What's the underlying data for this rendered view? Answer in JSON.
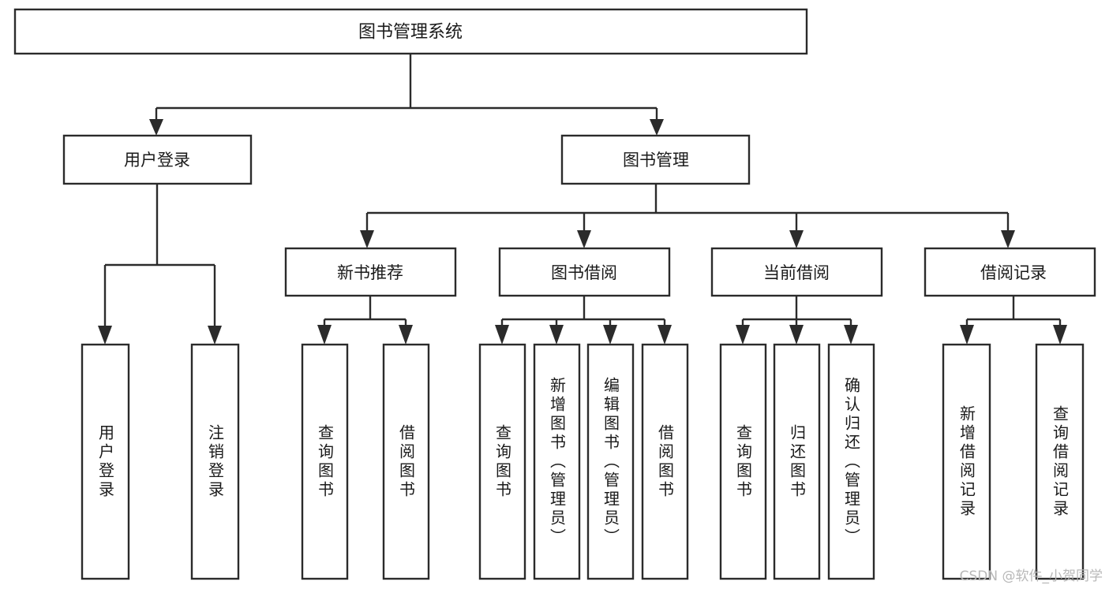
{
  "diagram": {
    "title": "图书管理系统",
    "type": "tree-hierarchy",
    "watermark": "CSDN @软件_小贺同学",
    "colors": {
      "box_stroke": "#2b2b2b",
      "box_fill": "#ffffff",
      "connector": "#2b2b2b",
      "text": "#1a1a1a",
      "background": "#ffffff",
      "watermark": "#b8b8b8"
    },
    "root": {
      "id": "root",
      "label": "图书管理系统",
      "orientation": "horizontal"
    },
    "level2": [
      {
        "id": "user-login",
        "label": "用户登录",
        "orientation": "horizontal"
      },
      {
        "id": "book-manage",
        "label": "图书管理",
        "orientation": "horizontal"
      }
    ],
    "level3": [
      {
        "id": "new-book-recommend",
        "label": "新书推荐",
        "parent": "book-manage",
        "orientation": "horizontal"
      },
      {
        "id": "book-borrow",
        "label": "图书借阅",
        "parent": "book-manage",
        "orientation": "horizontal"
      },
      {
        "id": "current-borrow",
        "label": "当前借阅",
        "parent": "book-manage",
        "orientation": "horizontal"
      },
      {
        "id": "borrow-record",
        "label": "借阅记录",
        "parent": "book-manage",
        "orientation": "horizontal"
      }
    ],
    "leaves": [
      {
        "id": "leaf-user-login",
        "label": "用户登录",
        "parent": "user-login",
        "orientation": "vertical"
      },
      {
        "id": "leaf-logout",
        "label": "注销登录",
        "parent": "user-login",
        "orientation": "vertical"
      },
      {
        "id": "leaf-query-book-1",
        "label": "查询图书",
        "parent": "new-book-recommend",
        "orientation": "vertical"
      },
      {
        "id": "leaf-borrow-book-1",
        "label": "借阅图书",
        "parent": "new-book-recommend",
        "orientation": "vertical"
      },
      {
        "id": "leaf-query-book-2",
        "label": "查询图书",
        "parent": "book-borrow",
        "orientation": "vertical"
      },
      {
        "id": "leaf-add-book",
        "label": "新增图书（管理员）",
        "parent": "book-borrow",
        "orientation": "vertical"
      },
      {
        "id": "leaf-edit-book",
        "label": "编辑图书（管理员）",
        "parent": "book-borrow",
        "orientation": "vertical"
      },
      {
        "id": "leaf-borrow-book-2",
        "label": "借阅图书",
        "parent": "book-borrow",
        "orientation": "vertical"
      },
      {
        "id": "leaf-query-book-3",
        "label": "查询图书",
        "parent": "current-borrow",
        "orientation": "vertical"
      },
      {
        "id": "leaf-return-book",
        "label": "归还图书",
        "parent": "current-borrow",
        "orientation": "vertical"
      },
      {
        "id": "leaf-confirm-return",
        "label": "确认归还（管理员）",
        "parent": "current-borrow",
        "orientation": "vertical"
      },
      {
        "id": "leaf-add-record",
        "label": "新增借阅记录",
        "parent": "borrow-record",
        "orientation": "vertical"
      },
      {
        "id": "leaf-query-record",
        "label": "查询借阅记录",
        "parent": "borrow-record",
        "orientation": "vertical"
      }
    ]
  }
}
